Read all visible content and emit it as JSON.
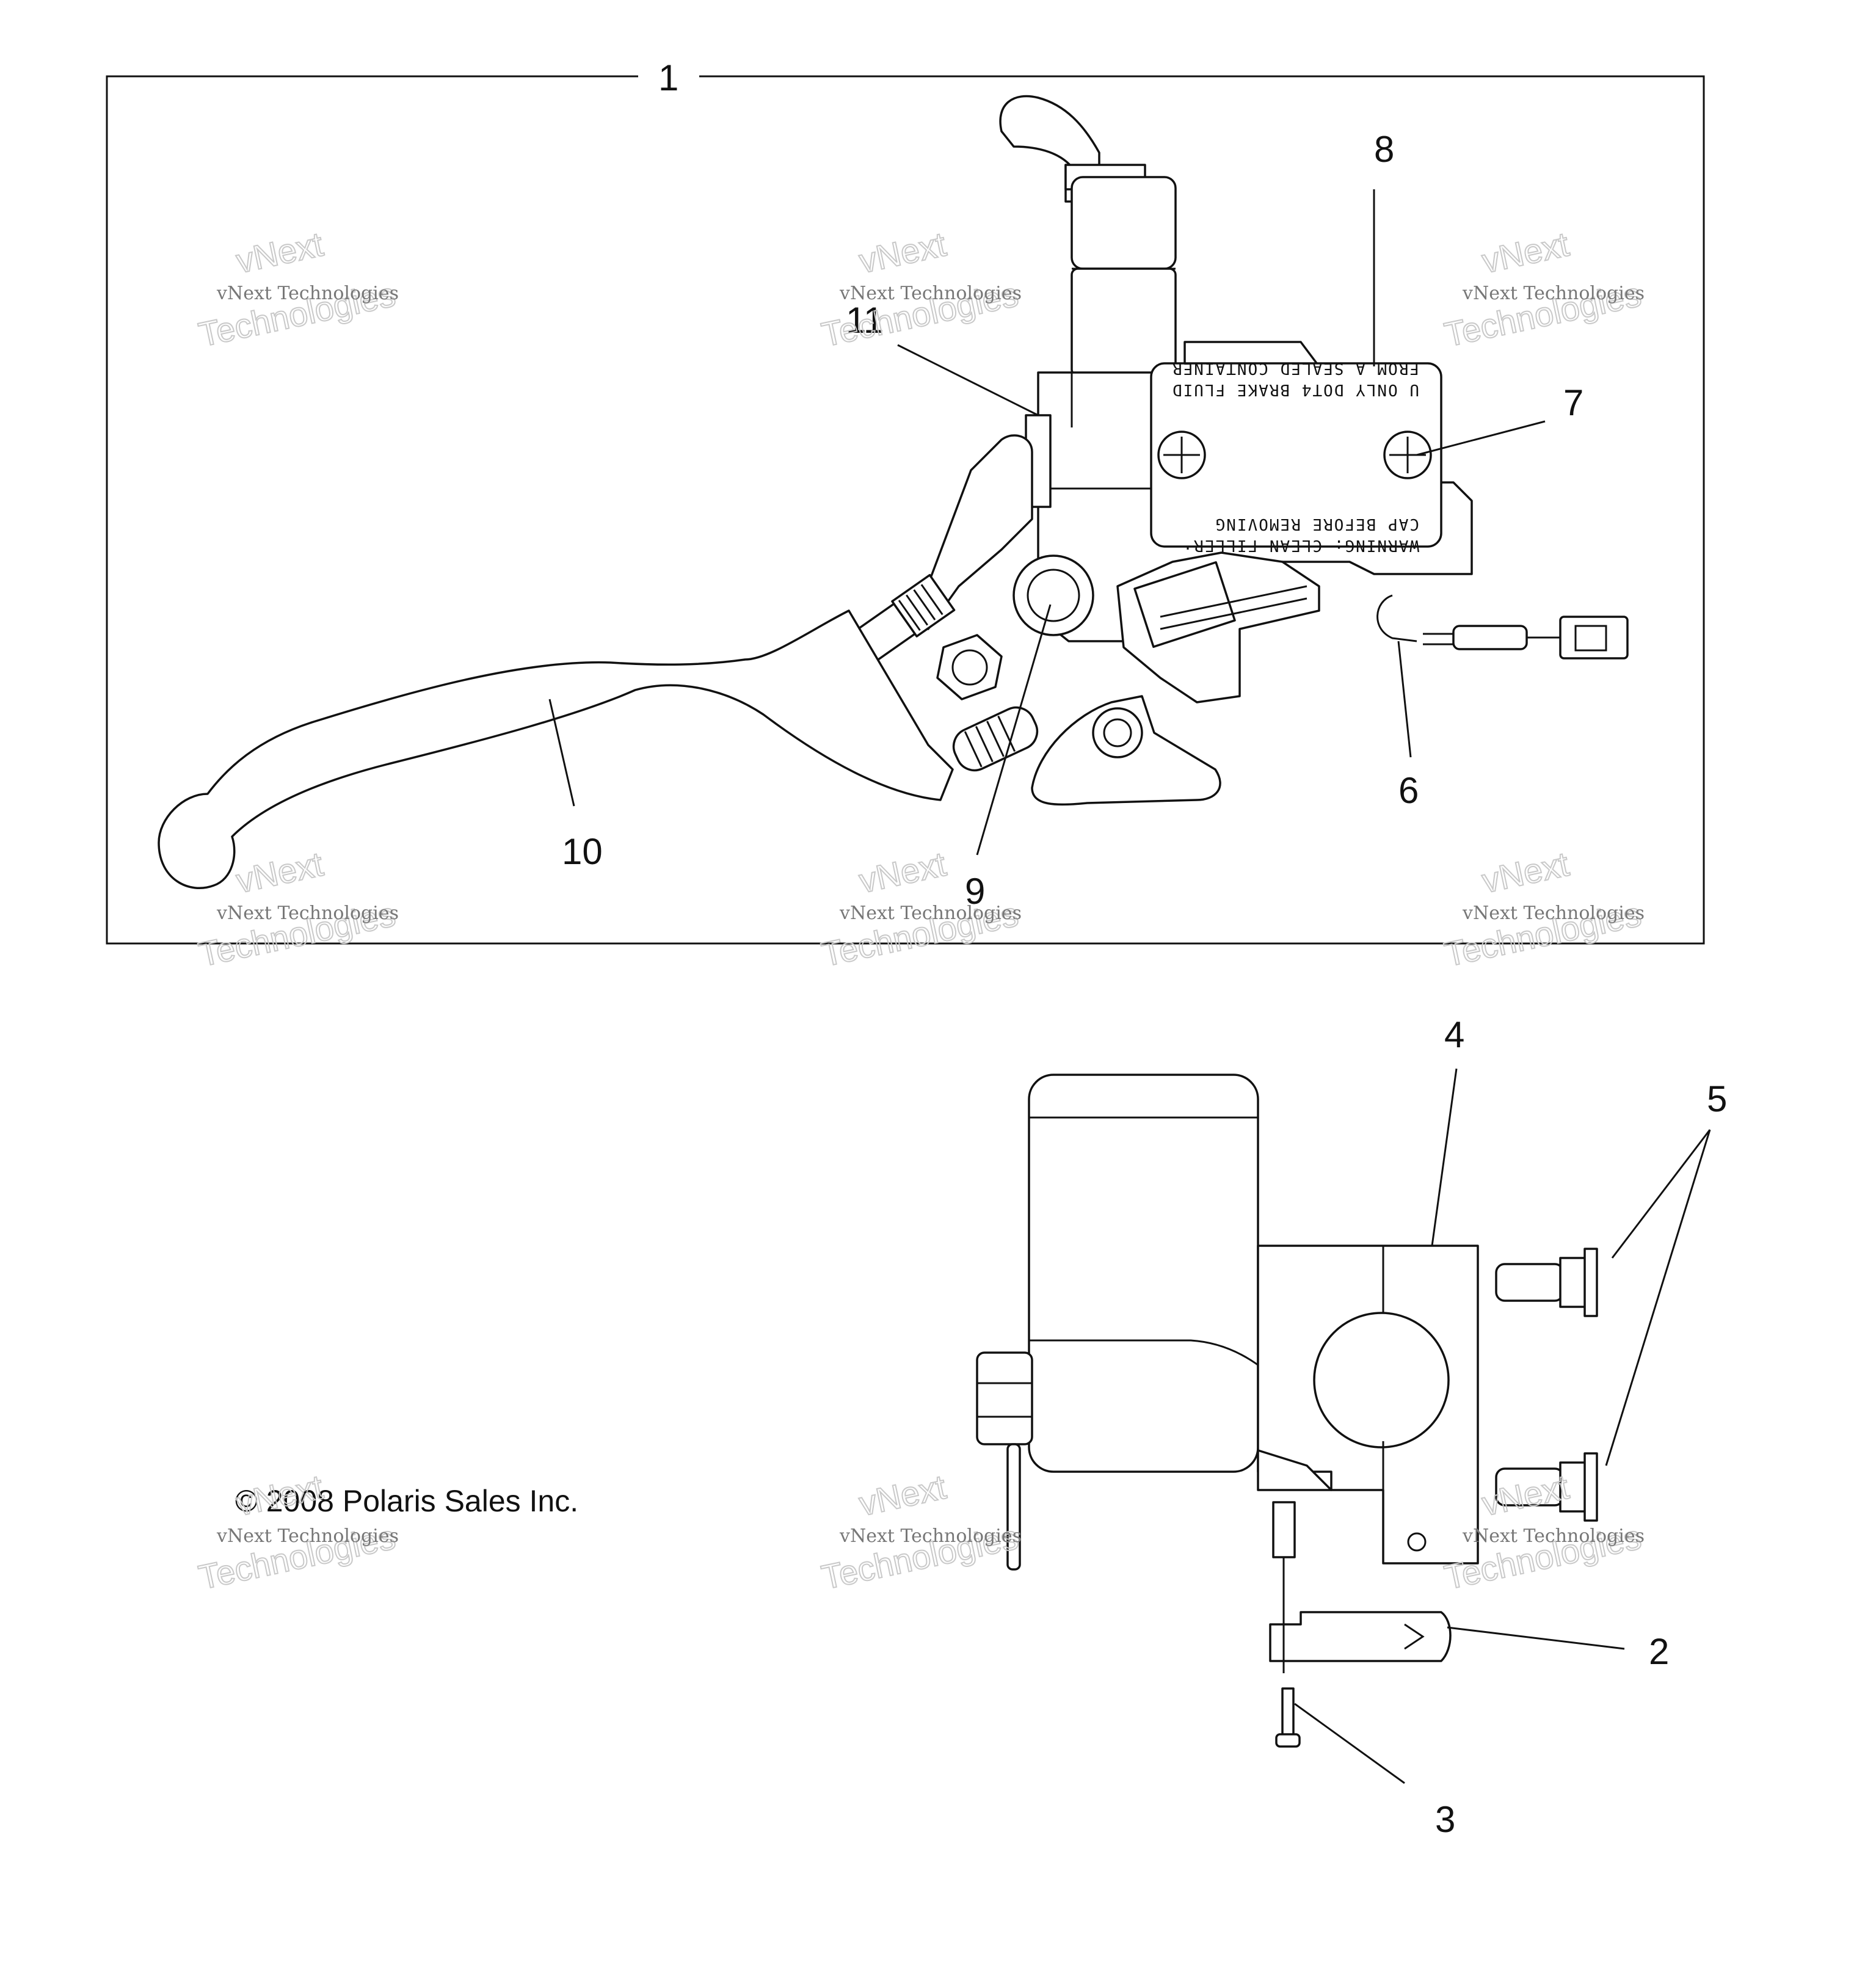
{
  "callouts": {
    "c1": "1",
    "c2": "2",
    "c3": "3",
    "c4": "4",
    "c5": "5",
    "c6": "6",
    "c7": "7",
    "c8": "8",
    "c9": "9",
    "c10": "10",
    "c11": "11"
  },
  "reservoir_label": {
    "line1": "WARNING: CLEAN FILLER",
    "line2": "CAP BEFORE REMOVING",
    "line3": "U   ONLY DOT4 BRAKE FLUID",
    "line4": "FROM A SEALED CONTAINER"
  },
  "copyright": "© 2008 Polaris Sales Inc.",
  "watermark": {
    "small": "vNext Technologies",
    "big_top": "vNext",
    "big_bottom": "Technologies"
  }
}
